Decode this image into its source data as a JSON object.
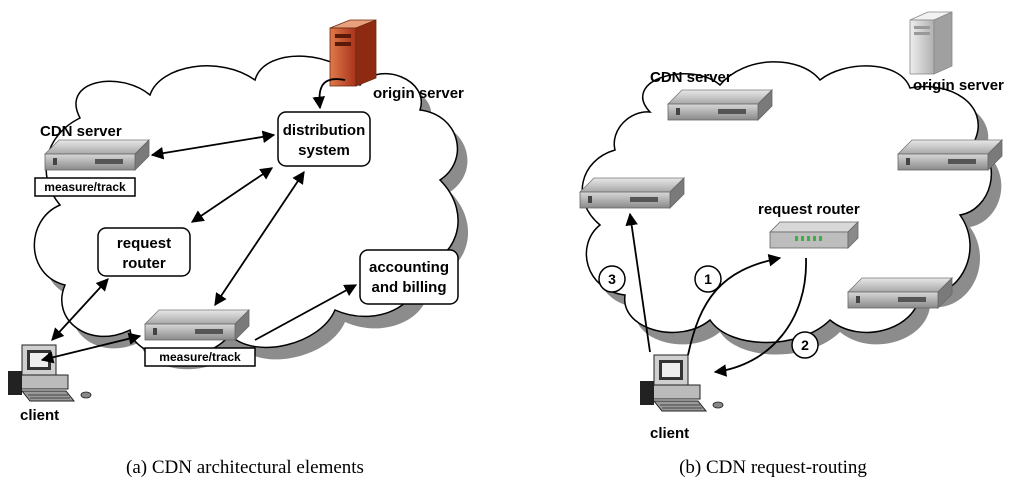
{
  "left": {
    "cdn_server_label": "CDN server",
    "origin_server_label": "origin server",
    "distribution_line1": "distribution",
    "distribution_line2": "system",
    "request_router_line1": "request",
    "request_router_line2": "router",
    "accounting_line1": "accounting",
    "accounting_line2": "and billing",
    "measure_track_top": "measure/track",
    "measure_track_bottom": "measure/track",
    "client_label": "client",
    "caption": "(a) CDN architectural elements"
  },
  "right": {
    "cdn_server_label": "CDN server",
    "origin_server_label": "origin server",
    "request_router_label": "request router",
    "client_label": "client",
    "step1": "1",
    "step2": "2",
    "step3": "3",
    "caption": "(b) CDN request-routing"
  },
  "colors": {
    "cloud_shadow": "#8c8c8c",
    "server_body": "#b9b9b9",
    "origin_left": "#c8502a",
    "origin_right": "#d9d9d9"
  }
}
